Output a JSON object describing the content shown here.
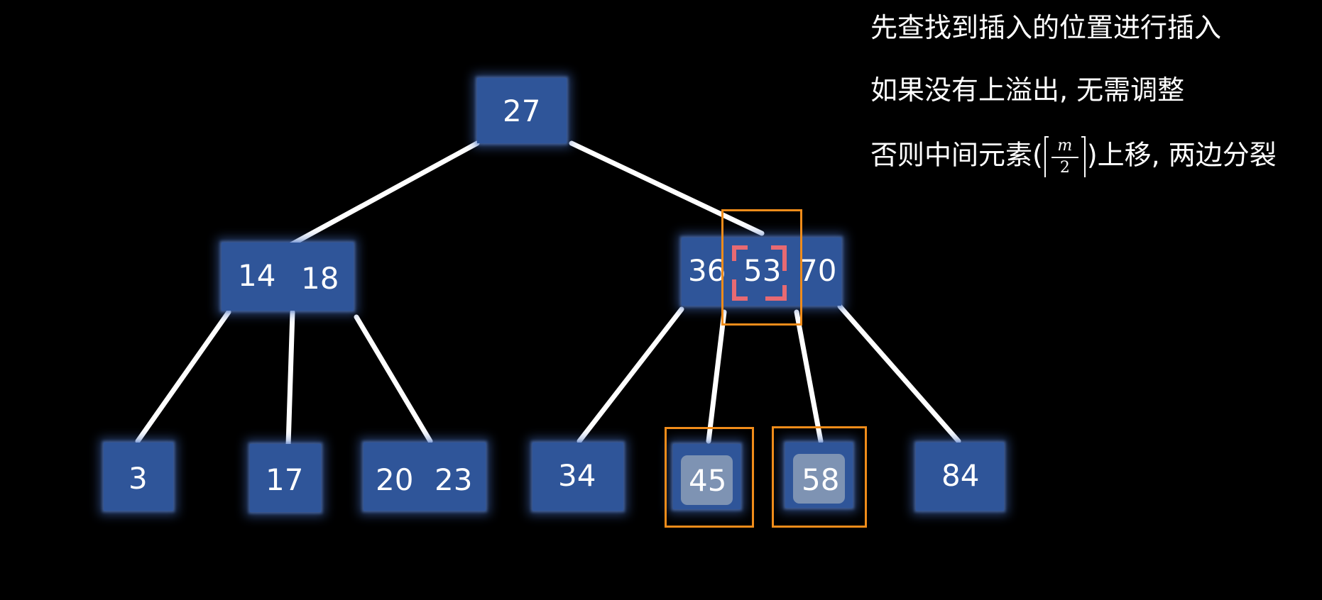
{
  "captions": {
    "line1": "先查找到插入的位置进行插入",
    "line2": "如果没有上溢出, 无需调整",
    "line3_before": "否则中间元素(",
    "line3_frac_num": "m",
    "line3_frac_den": "2",
    "line3_after": ")上移, 两边分裂"
  },
  "tree": {
    "root": {
      "keys": [
        "27"
      ]
    },
    "left": {
      "keys": [
        "14",
        "18"
      ]
    },
    "right": {
      "keys": [
        "36",
        "53",
        "70"
      ]
    },
    "leaves": [
      {
        "keys": [
          "3"
        ]
      },
      {
        "keys": [
          "17"
        ]
      },
      {
        "keys": [
          "20",
          "23"
        ]
      },
      {
        "keys": [
          "34"
        ]
      },
      {
        "keys": [
          "45"
        ]
      },
      {
        "keys": [
          "58"
        ]
      },
      {
        "keys": [
          "84"
        ]
      }
    ]
  },
  "colors": {
    "background": "#000000",
    "node_fill": "#2f5599",
    "node_glow": "#466ebe",
    "edge": "#ffffff",
    "highlight_box": "#f08c1a",
    "dashed_marker": "#e86a72",
    "split_child_fill": "#7e93b3"
  }
}
